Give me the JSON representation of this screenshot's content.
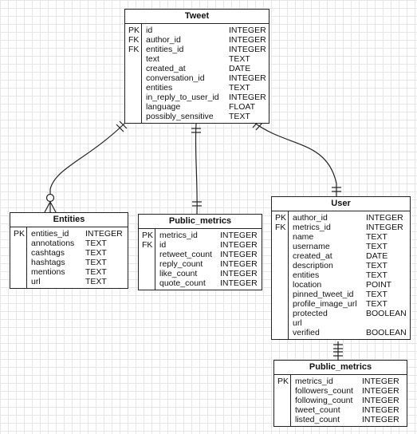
{
  "tables": {
    "tweet": {
      "title": "Tweet",
      "rows": [
        {
          "key": "PK",
          "name": "id",
          "type": "INTEGER"
        },
        {
          "key": "FK",
          "name": "author_id",
          "type": "INTEGER"
        },
        {
          "key": "FK",
          "name": "entities_id",
          "type": "INTEGER"
        },
        {
          "key": "",
          "name": "text",
          "type": "TEXT"
        },
        {
          "key": "",
          "name": "created_at",
          "type": "DATE"
        },
        {
          "key": "",
          "name": "conversation_id",
          "type": "INTEGER"
        },
        {
          "key": "",
          "name": "entities",
          "type": "TEXT"
        },
        {
          "key": "",
          "name": "in_reply_to_user_id",
          "type": "INTEGER"
        },
        {
          "key": "",
          "name": "language",
          "type": "FLOAT"
        },
        {
          "key": "",
          "name": "possibly_sensitive",
          "type": "TEXT"
        }
      ]
    },
    "entities": {
      "title": "Entities",
      "rows": [
        {
          "key": "PK",
          "name": "entities_id",
          "type": "INTEGER"
        },
        {
          "key": "",
          "name": "annotations",
          "type": "TEXT"
        },
        {
          "key": "",
          "name": "cashtags",
          "type": "TEXT"
        },
        {
          "key": "",
          "name": "hashtags",
          "type": "TEXT"
        },
        {
          "key": "",
          "name": "mentions",
          "type": "TEXT"
        },
        {
          "key": "",
          "name": "url",
          "type": "TEXT"
        }
      ]
    },
    "tweet_public_metrics": {
      "title": "Public_metrics",
      "rows": [
        {
          "key": "PK",
          "name": "metrics_id",
          "type": "INTEGER"
        },
        {
          "key": "FK",
          "name": "id",
          "type": "INTEGER"
        },
        {
          "key": "",
          "name": "retweet_count",
          "type": "INTEGER"
        },
        {
          "key": "",
          "name": "reply_count",
          "type": "INTEGER"
        },
        {
          "key": "",
          "name": "like_count",
          "type": "INTEGER"
        },
        {
          "key": "",
          "name": "quote_count",
          "type": "INTEGER"
        }
      ]
    },
    "user": {
      "title": "User",
      "rows": [
        {
          "key": "PK",
          "name": "author_id",
          "type": "INTEGER"
        },
        {
          "key": "FK",
          "name": "metrics_id",
          "type": "INTEGER"
        },
        {
          "key": "",
          "name": "name",
          "type": "TEXT"
        },
        {
          "key": "",
          "name": "username",
          "type": "TEXT"
        },
        {
          "key": "",
          "name": "created_at",
          "type": "DATE"
        },
        {
          "key": "",
          "name": "description",
          "type": "TEXT"
        },
        {
          "key": "",
          "name": "entities",
          "type": "TEXT"
        },
        {
          "key": "",
          "name": "location",
          "type": "POINT"
        },
        {
          "key": "",
          "name": "pinned_tweet_id",
          "type": "TEXT"
        },
        {
          "key": "",
          "name": "profile_image_url",
          "type": "TEXT"
        },
        {
          "key": "",
          "name": "protected",
          "type": "BOOLEAN"
        },
        {
          "key": "",
          "name": "url",
          "type": ""
        },
        {
          "key": "",
          "name": "verified",
          "type": "BOOLEAN"
        }
      ]
    },
    "user_public_metrics": {
      "title": "Public_metrics",
      "rows": [
        {
          "key": "PK",
          "name": "metrics_id",
          "type": "INTEGER"
        },
        {
          "key": "",
          "name": "followers_count",
          "type": "INTEGER"
        },
        {
          "key": "",
          "name": "following_count",
          "type": "INTEGER"
        },
        {
          "key": "",
          "name": "tweet_count",
          "type": "INTEGER"
        },
        {
          "key": "",
          "name": "listed_count",
          "type": "INTEGER"
        }
      ]
    }
  },
  "relationships": [
    {
      "from": "tweet",
      "to": "entities",
      "from_end": "one-mandatory",
      "to_end": "zero-or-many"
    },
    {
      "from": "tweet",
      "to": "tweet_public_metrics",
      "from_end": "one-mandatory",
      "to_end": "one-mandatory"
    },
    {
      "from": "tweet",
      "to": "user",
      "from_end": "one-mandatory",
      "to_end": "one-mandatory"
    },
    {
      "from": "user",
      "to": "user_public_metrics",
      "from_end": "one-mandatory",
      "to_end": "one-mandatory"
    }
  ]
}
